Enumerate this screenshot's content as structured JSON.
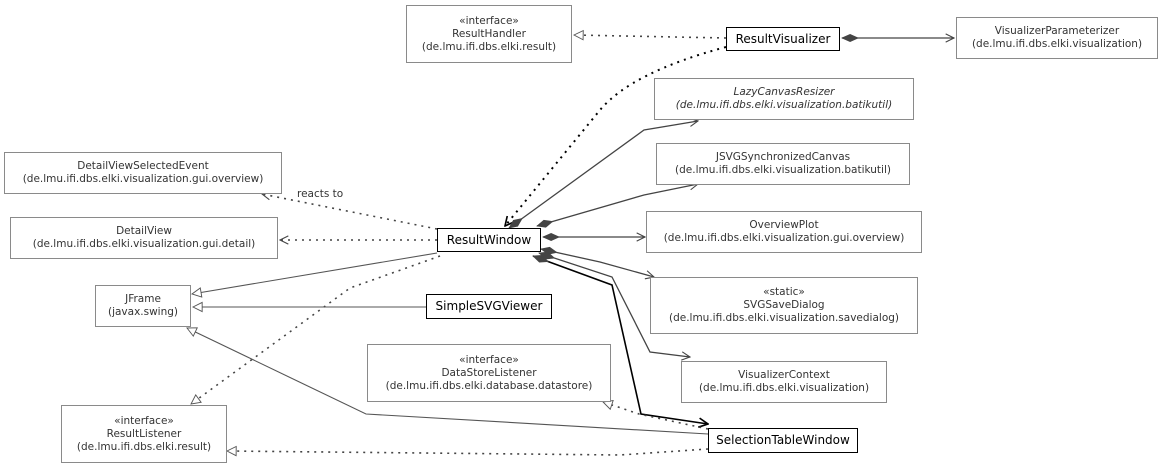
{
  "nodes": {
    "resulthandler": {
      "stereotype": "«interface»",
      "name": "ResultHandler",
      "package": "(de.lmu.ifi.dbs.elki.result)"
    },
    "resultvisualizer": {
      "name": "ResultVisualizer"
    },
    "visualizerparameterizer": {
      "name": "VisualizerParameterizer",
      "package": "(de.lmu.ifi.dbs.elki.visualization)"
    },
    "lazycanvasresizer": {
      "name": "LazyCanvasResizer",
      "package": "(de.lmu.ifi.dbs.elki.visualization.batikutil)"
    },
    "jsvgsynchronizedcanvas": {
      "name": "JSVGSynchronizedCanvas",
      "package": "(de.lmu.ifi.dbs.elki.visualization.batikutil)"
    },
    "detailviewselectedevent": {
      "name": "DetailViewSelectedEvent",
      "package": "(de.lmu.ifi.dbs.elki.visualization.gui.overview)"
    },
    "detailview": {
      "name": "DetailView",
      "package": "(de.lmu.ifi.dbs.elki.visualization.gui.detail)"
    },
    "resultwindow": {
      "name": "ResultWindow"
    },
    "overviewplot": {
      "name": "OverviewPlot",
      "package": "(de.lmu.ifi.dbs.elki.visualization.gui.overview)"
    },
    "jframe": {
      "name": "JFrame",
      "package": "(javax.swing)"
    },
    "simplesvgviewer": {
      "name": "SimpleSVGViewer"
    },
    "svgsavedialog": {
      "stereotype": "«static»",
      "name": "SVGSaveDialog",
      "package": "(de.lmu.ifi.dbs.elki.visualization.savedialog)"
    },
    "datastorelistener": {
      "stereotype": "«interface»",
      "name": "DataStoreListener",
      "package": "(de.lmu.ifi.dbs.elki.database.datastore)"
    },
    "visualizercontext": {
      "name": "VisualizerContext",
      "package": "(de.lmu.ifi.dbs.elki.visualization)"
    },
    "resultlistener": {
      "stereotype": "«interface»",
      "name": "ResultListener",
      "package": "(de.lmu.ifi.dbs.elki.result)"
    },
    "selectiontablewindow": {
      "name": "SelectionTableWindow"
    }
  },
  "edge_labels": {
    "reacts_to": "reacts to"
  },
  "colors": {
    "edge": "#444444",
    "navigability": "#000000",
    "box_border": "#8a8a8a",
    "main_border": "#000000"
  }
}
